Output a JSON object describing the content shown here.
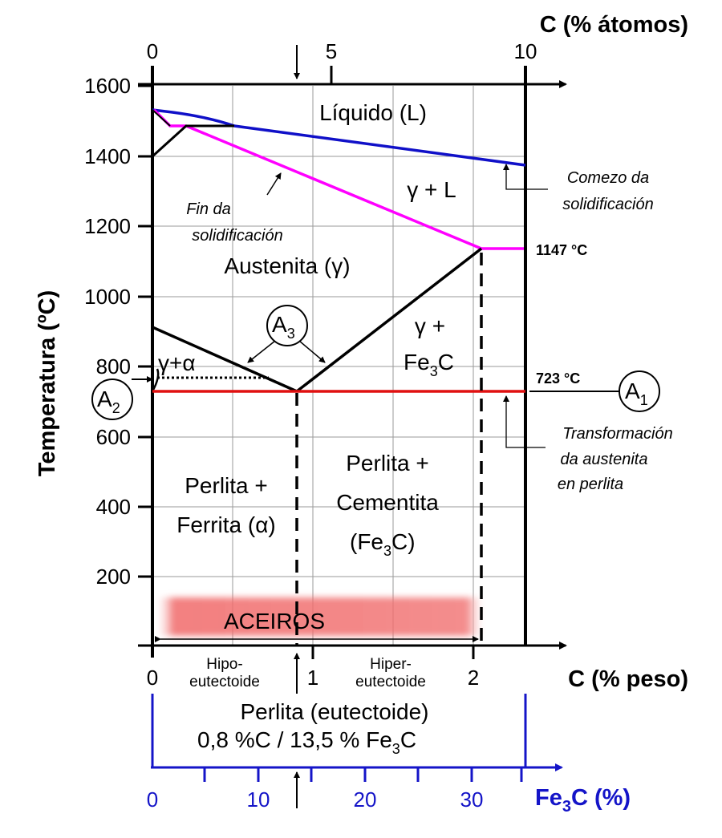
{
  "diagram": {
    "top_axis": {
      "label": "C (% átomos)",
      "ticks": [
        "0",
        "5",
        "10"
      ]
    },
    "left_axis": {
      "label": "Temperatura (ºC)",
      "ticks": [
        "1600",
        "1400",
        "1200",
        "1000",
        "800",
        "600",
        "400",
        "200"
      ]
    },
    "bottom_axis": {
      "label": "C (% peso)",
      "ticks": [
        "0",
        "1",
        "2"
      ]
    },
    "fe3c_axis": {
      "label_main": "Fe",
      "label_sub": "3",
      "label_tail": "C (%)",
      "ticks": [
        "0",
        "10",
        "20",
        "30"
      ]
    },
    "regions": {
      "liquid": "Líquido (L)",
      "gamma_l": "γ + L",
      "austenite": "Austenita (γ)",
      "gamma_fe3c_l1": "γ +",
      "gamma_fe3c_l2_main": "Fe",
      "gamma_fe3c_l2_sub": "3",
      "gamma_fe3c_l2_tail": "C",
      "gamma_alpha": "γ+α",
      "perl_ferr_l1": "Perlita +",
      "perl_ferr_l2": "Ferrita (α)",
      "perl_cem_l1": "Perlita +",
      "perl_cem_l2": "Cementita",
      "perl_cem_l3_main": "(Fe",
      "perl_cem_l3_sub": "3",
      "perl_cem_l3_tail": "C)",
      "steels": "ACEIROS",
      "hypo_l1": "Hipo-",
      "hypo_l2": "eutectoide",
      "hyper_l1": "Hiper-",
      "hyper_l2": "eutectoide"
    },
    "annotations": {
      "start_solid_l1": "Comezo da",
      "start_solid_l2": "solidificación",
      "end_solid_l1": "Fin da",
      "end_solid_l2": "solidificación",
      "transf_l1": "Transformación",
      "transf_l2": "da austenita",
      "transf_l3": "en perlita",
      "temp_1147": "1147 °C",
      "temp_723": "723 °C"
    },
    "circles": {
      "a1_main": "A",
      "a1_sub": "1",
      "a2_main": "A",
      "a2_sub": "2",
      "a3_main": "A",
      "a3_sub": "3"
    },
    "eutectoid": {
      "line1": "Perlita (eutectoide)",
      "line2_main": "0,8 %C / 13,5 % Fe",
      "line2_sub": "3",
      "line2_tail": "C"
    },
    "colors": {
      "liquidus": "#1010c8",
      "solidus": "#ff00ff",
      "eutectoid_line": "#e01010",
      "fe3c_axis": "#1414c8",
      "steel_band": "#f07070"
    }
  }
}
